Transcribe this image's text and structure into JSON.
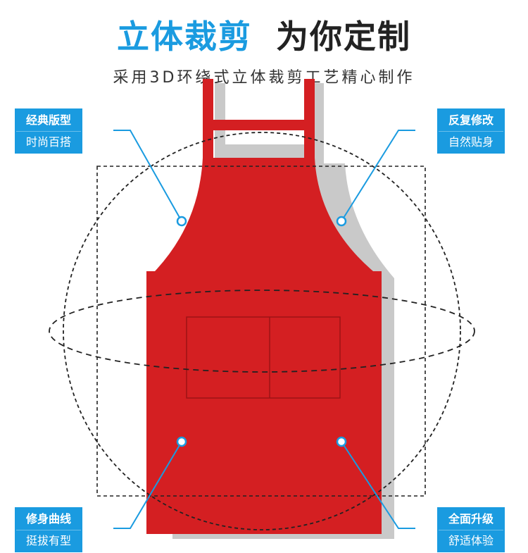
{
  "header": {
    "title_accent": "立体裁剪",
    "title_dark": "为你定制",
    "subtitle": "采用3D环绕式立体裁剪工艺精心制作"
  },
  "tags": {
    "top_left": {
      "line1": "经典版型",
      "line2": "时尚百搭"
    },
    "top_right": {
      "line1": "反复修改",
      "line2": "自然贴身"
    },
    "bottom_left": {
      "line1": "修身曲线",
      "line2": "挺拔有型"
    },
    "bottom_right": {
      "line1": "全面升级",
      "line2": "舒适体验"
    }
  },
  "colors": {
    "accent": "#1a9be0",
    "apron_red": "#d41f22",
    "apron_shadow": "#c9c9c9"
  },
  "icons": [
    "apron-illustration",
    "callout-dot-icon",
    "dashed-circle-guide",
    "dashed-ellipse-guide",
    "dashed-square-guide"
  ]
}
